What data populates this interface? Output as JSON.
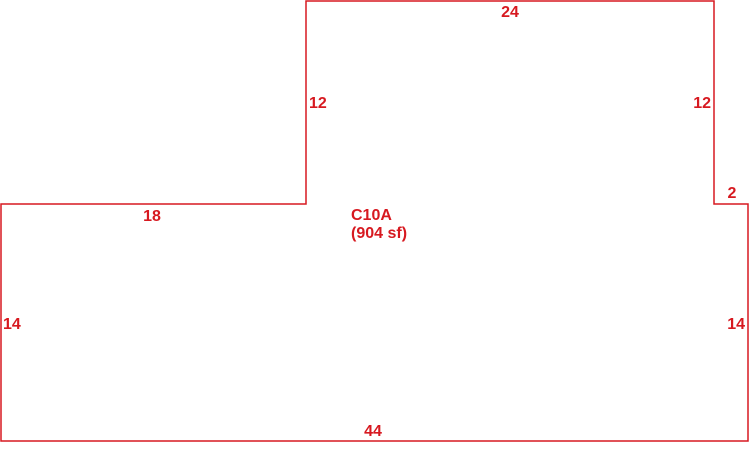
{
  "colors": {
    "line": "#d71920",
    "text": "#d71920",
    "background": "#ffffff"
  },
  "room": {
    "name": "C10A",
    "area": "(904 sf)"
  },
  "dimensions": {
    "top": "24",
    "upper_left_wall": "12",
    "upper_right_wall": "12",
    "right_step": "2",
    "left_step": "18",
    "left_wall": "14",
    "right_wall": "14",
    "bottom": "44"
  }
}
